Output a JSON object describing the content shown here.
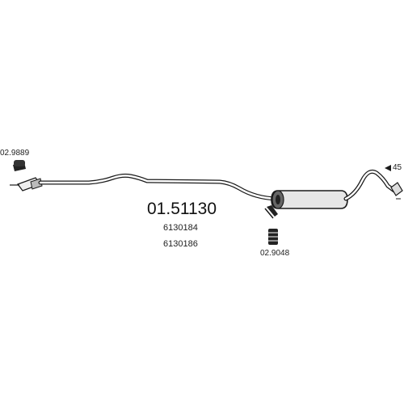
{
  "diagram": {
    "main_part_number": "01.51130",
    "oem_numbers": [
      "6130184",
      "6130186"
    ],
    "accessories": {
      "left_hanger": "02.9889",
      "right_hanger": "02.9048",
      "outlet_length": "45"
    }
  },
  "colors": {
    "line": "#1a1a1a",
    "fill_dark": "#222222",
    "fill_light": "#dddddd",
    "text": "#111111"
  }
}
